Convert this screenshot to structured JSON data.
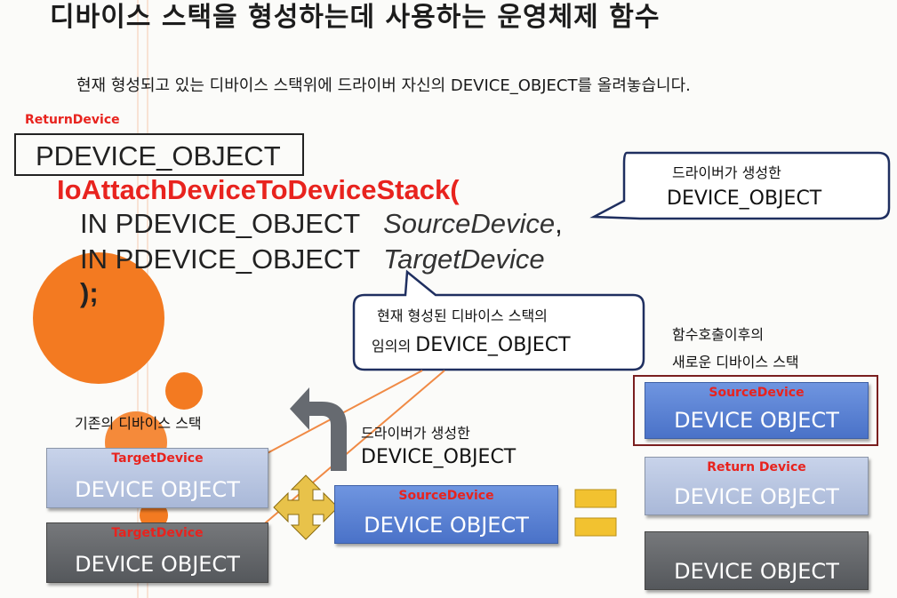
{
  "title": "디바이스 스택을 형성하는데 사용하는 운영체제 함수",
  "subtitle": "현재 형성되고 있는 디바이스 스택위에 드라이버 자신의 DEVICE_OBJECT를 올려놓습니다.",
  "code": {
    "return_label": "ReturnDevice",
    "return_type": "PDEVICE_OBJECT",
    "function_name": "IoAttachDeviceToDeviceStack",
    "open_paren": "(",
    "arg1_type": "IN PDEVICE_OBJECT",
    "arg1_name": "SourceDevice",
    "arg1_sep": ",",
    "arg2_type": "IN PDEVICE_OBJECT",
    "arg2_name": "TargetDevice",
    "close": ");"
  },
  "callouts": {
    "driver_created": {
      "line1": "드라이버가 생성한",
      "line2": "DEVICE_OBJECT"
    },
    "current_stack": {
      "line1": "현재 형성된 디바이스 스택의",
      "line2a": "임의의",
      "line2b": "DEVICE_OBJECT"
    }
  },
  "labels": {
    "existing_stack": "기존의 디바이스 스택",
    "new_stack_line1": "함수호출이후의",
    "new_stack_line2": "새로운 디바이스 스택",
    "driver_line1": "드라이버가 생성한",
    "driver_line2": "DEVICE_OBJECT"
  },
  "devices": {
    "existing_top": {
      "tag": "TargetDevice",
      "name": "DEVICE OBJECT"
    },
    "existing_bottom": {
      "tag": "TargetDevice",
      "name": "DEVICE OBJECT"
    },
    "source": {
      "tag": "SourceDevice",
      "name": "DEVICE OBJECT"
    },
    "new_top": {
      "tag": "SourceDevice",
      "name": "DEVICE OBJECT"
    },
    "new_middle": {
      "tag": "Return Device",
      "name": "DEVICE OBJECT"
    },
    "new_bottom": {
      "name": "DEVICE OBJECT"
    }
  },
  "colors": {
    "accent_red": "#e8231e",
    "circle_orange": "#f37a21",
    "device_light": "#b4c2e0",
    "device_dark": "#606366",
    "device_blue": "#5b82d6",
    "equals_gold": "#f2c230",
    "arrow_gray": "#666a70"
  }
}
